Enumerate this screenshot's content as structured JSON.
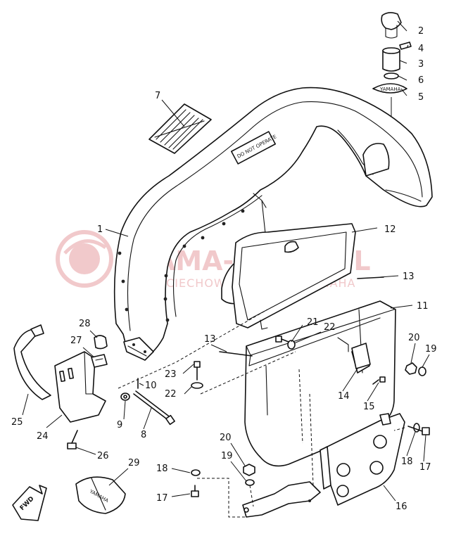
{
  "watermark": {
    "brand": "YAMA-SKLEP.PL",
    "subline": "WOJCIECHOWICZ DEALER YAMAHA"
  },
  "labels": {
    "fwd": "FWD",
    "decal_text": "DO NOT OPERATE",
    "tool_bag_text": "YAMAHA",
    "emblem_text": "YAMAHA"
  },
  "callouts": {
    "p1": "1",
    "p2": "2",
    "p3": "3",
    "p4": "4",
    "p5": "5",
    "p6": "6",
    "p7": "7",
    "p8": "8",
    "p9": "9",
    "p10": "10",
    "p11": "11",
    "p12": "12",
    "p13a": "13",
    "p13b": "13",
    "p14": "14",
    "p15": "15",
    "p16": "16",
    "p17a": "17",
    "p17b": "17",
    "p18a": "18",
    "p18b": "18",
    "p19a": "19",
    "p19b": "19",
    "p20a": "20",
    "p20b": "20",
    "p21": "21",
    "p22a": "22",
    "p22b": "22",
    "p23": "23",
    "p24": "24",
    "p25": "25",
    "p26": "26",
    "p27": "27",
    "p28": "28",
    "p29": "29"
  },
  "colors": {
    "line": "#111111",
    "watermark": "#f1c9cb",
    "background": "#ffffff"
  }
}
